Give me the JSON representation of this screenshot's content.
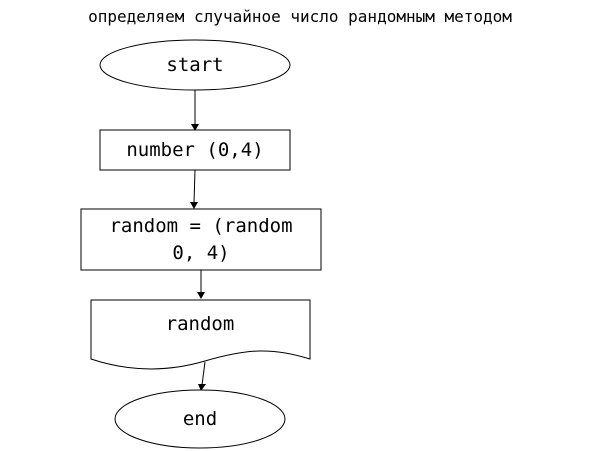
{
  "title": "определяем случайное число рандомным методом",
  "nodes": {
    "start": {
      "label": "start",
      "shape": "ellipse"
    },
    "number": {
      "label": "number (0,4)",
      "shape": "rectangle"
    },
    "assign": {
      "line1": "random = (random",
      "line2": "0, 4)",
      "shape": "rectangle"
    },
    "output": {
      "label": "random",
      "shape": "document"
    },
    "end": {
      "label": "end",
      "shape": "ellipse"
    }
  },
  "edges": [
    {
      "from": "start",
      "to": "number"
    },
    {
      "from": "number",
      "to": "assign"
    },
    {
      "from": "assign",
      "to": "output"
    },
    {
      "from": "output",
      "to": "end"
    }
  ],
  "colors": {
    "stroke": "#000000",
    "fill": "#ffffff",
    "text": "#000000"
  }
}
